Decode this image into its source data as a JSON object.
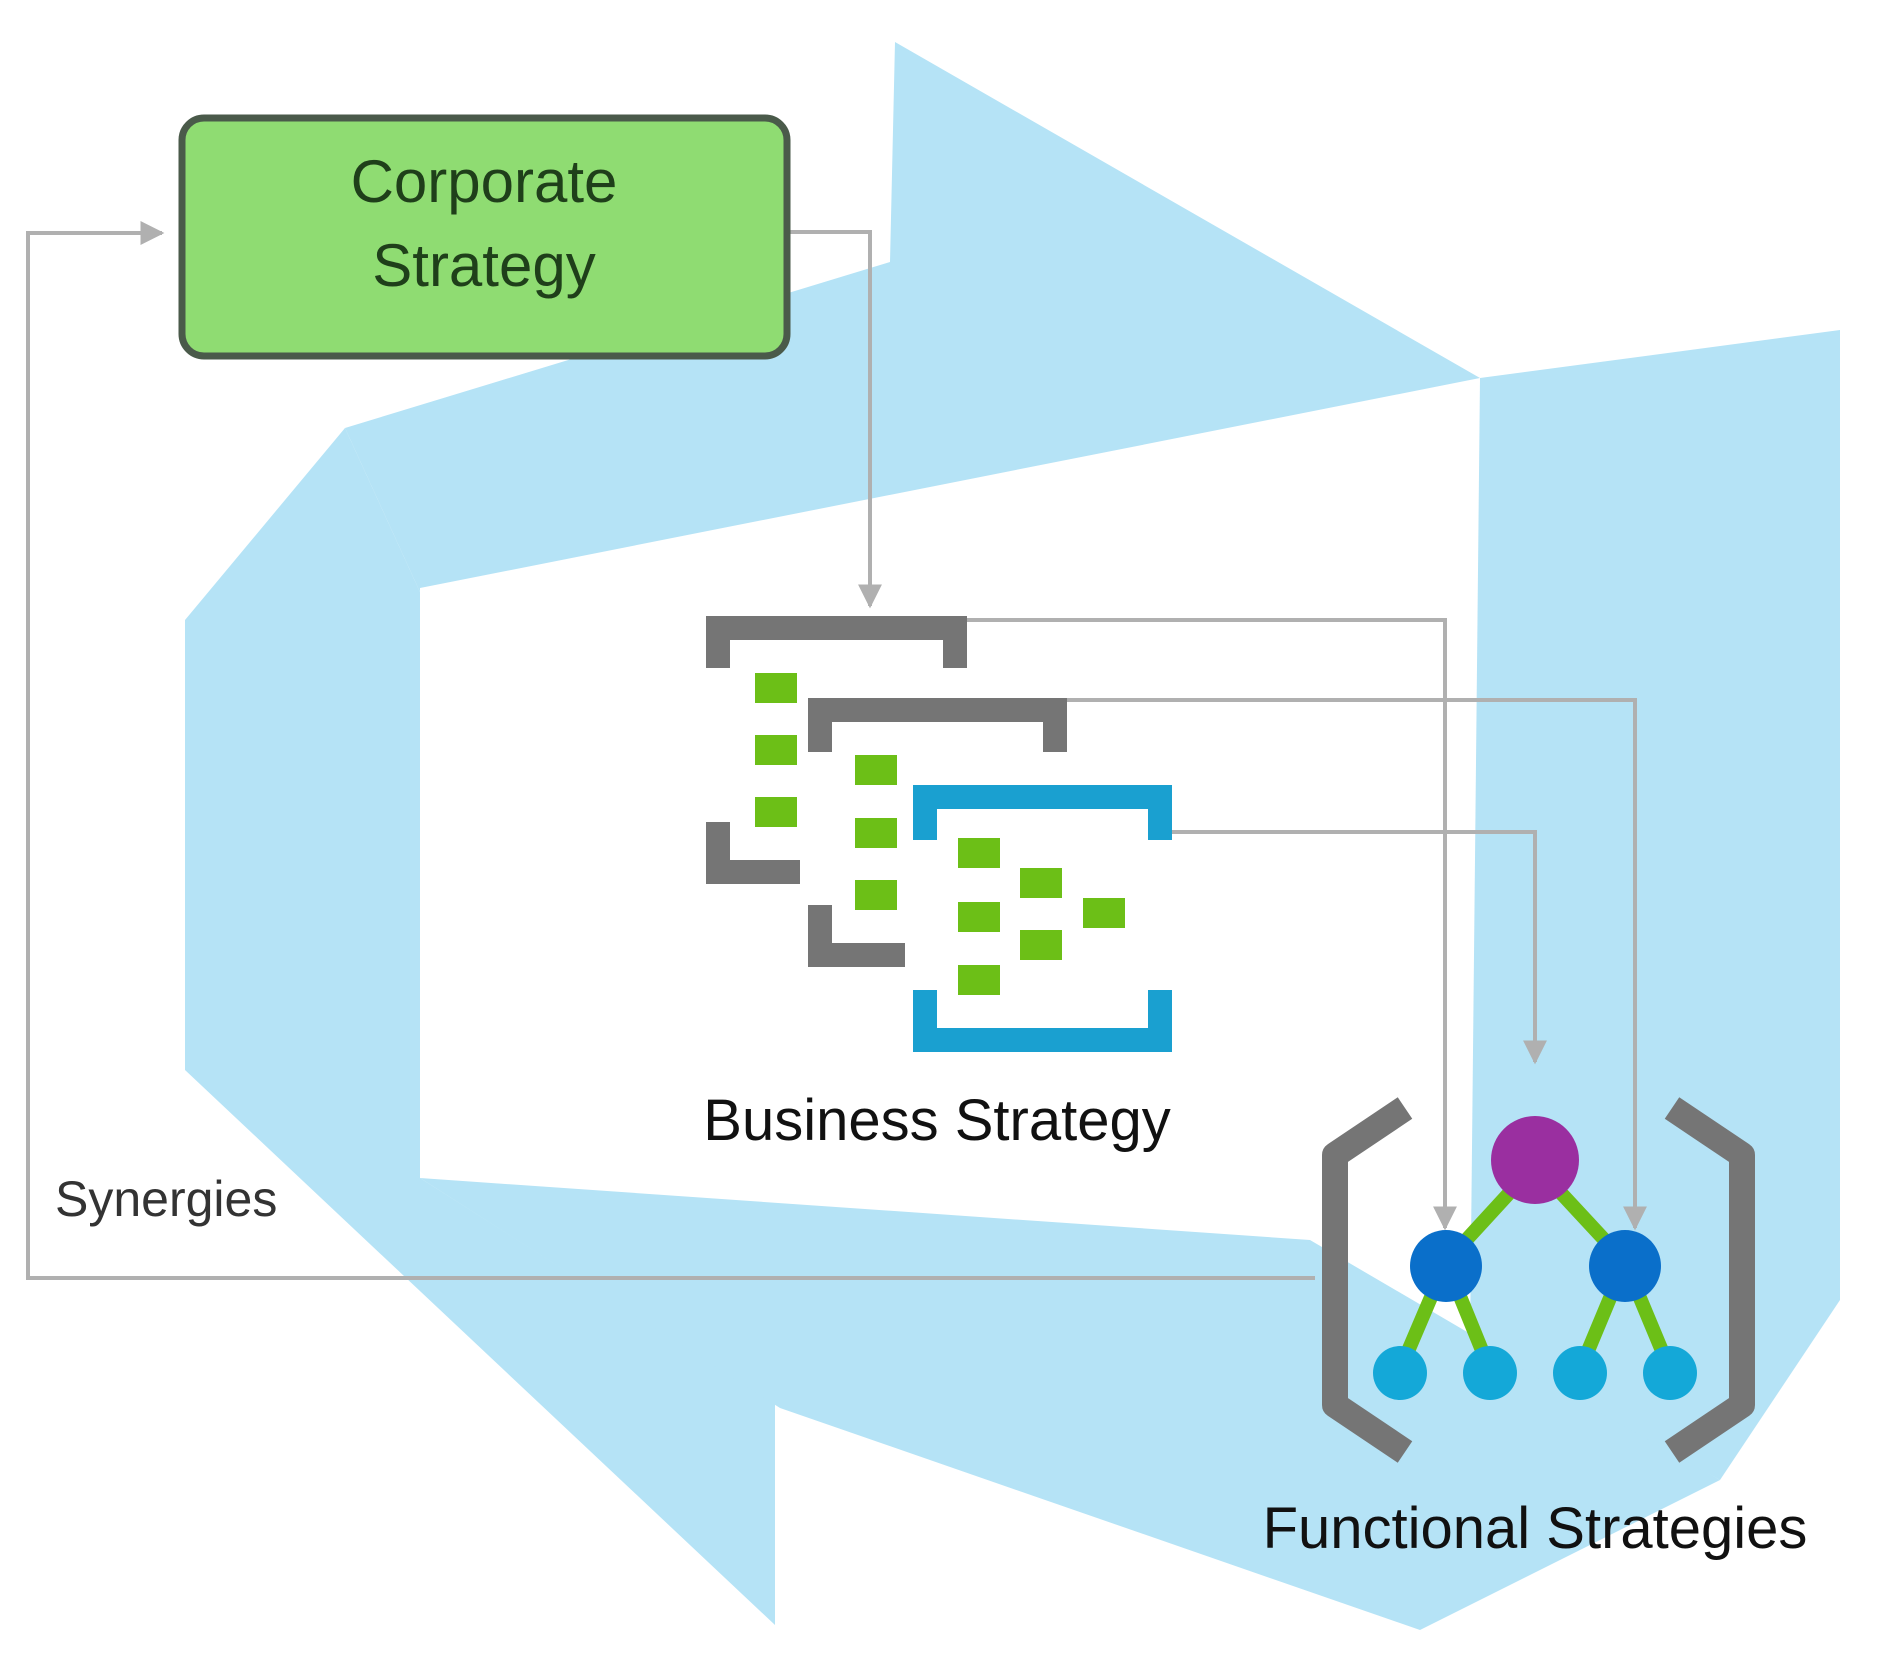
{
  "diagram": {
    "corporate": {
      "line1": "Corporate",
      "line2": "Strategy"
    },
    "business": {
      "label": "Business Strategy"
    },
    "functional": {
      "label": "Functional Strategies"
    },
    "synergies": {
      "label": "Synergies"
    }
  },
  "colors": {
    "background_arrow": "#b5e3f6",
    "corporate_fill": "#8fdc72",
    "corporate_border": "#4a5a4a",
    "corporate_text": "#1f3f1a",
    "connector": "#b0b0b0",
    "bracket_gray": "#757575",
    "bracket_blue": "#1aa0d0",
    "chip_green": "#6cbf17",
    "node_purple": "#9a2fa0",
    "node_blue": "#0a6fca",
    "node_teal": "#14a8d8",
    "edge_green": "#6cbf17"
  }
}
